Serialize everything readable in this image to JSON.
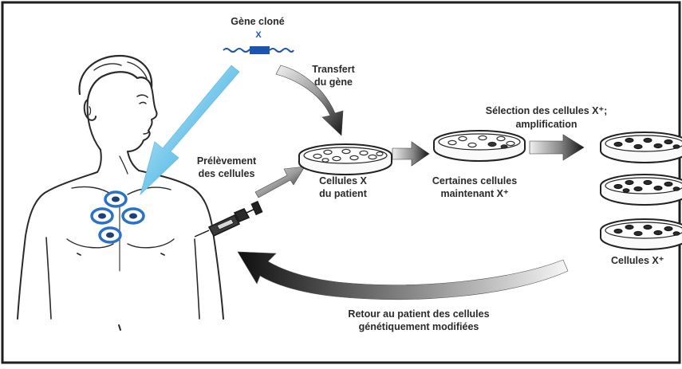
{
  "labels": {
    "gene_clone": "Gène cloné",
    "gene_x": "X",
    "transfert_line1": "Transfert",
    "transfert_line2": "du gène",
    "selection_line1": "Sélection des cellules X⁺;",
    "selection_line2": "amplification",
    "prelevement_line1": "Prélèvement",
    "prelevement_line2": "des cellules",
    "cellules_patient_line1": "Cellules X",
    "cellules_patient_line2": "du patient",
    "certaines_line1": "Certaines cellules",
    "certaines_line2": "maintenant X⁺",
    "cellules_xplus": "Cellules X⁺",
    "retour_line1": "Retour au patient des cellules",
    "retour_line2": "génétiquement modifiées"
  },
  "colors": {
    "frame": "#1e1e1e",
    "ink": "#2a2a2a",
    "gene_blue": "#1b55b0",
    "electrode_blue": "#2a72c8",
    "arrow_light_blue": "#bfe8f7",
    "arrow_dark_blue": "#1a7fd0"
  }
}
